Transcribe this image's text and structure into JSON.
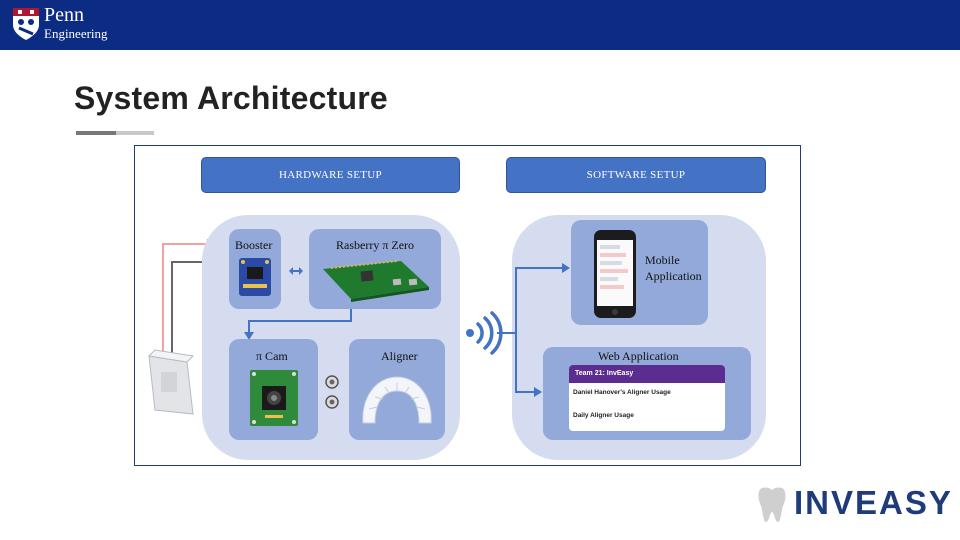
{
  "header": {
    "logo_title": "Penn",
    "logo_subtitle": "Engineering"
  },
  "slide": {
    "title": "System Architecture"
  },
  "diagram": {
    "hardware_header": "HARDWARE SETUP",
    "software_header": "SOFTWARE SETUP",
    "booster_label": "Booster",
    "pi_zero_label": "Rasberry π Zero",
    "pi_cam_label": "π Cam",
    "aligner_label": "Aligner",
    "mobile_label_line1": "Mobile",
    "mobile_label_line2": "Application",
    "web_label": "Web Application",
    "web_screen_header": "Team 21: InvEasy",
    "web_screen_line1": "Daniel Hanover's Aligner Usage",
    "web_screen_line2": "Daily Aligner Usage",
    "plus_sign": "+",
    "minus_sign": "−"
  },
  "brand": {
    "name": "INVEASY"
  },
  "colors": {
    "topbar": "#0c2c84",
    "header_blue": "#4472c4",
    "panel": "#d6dcef",
    "card": "#93a9d9",
    "web_purple": "#5c2d91",
    "brand": "#1f3b7a"
  }
}
